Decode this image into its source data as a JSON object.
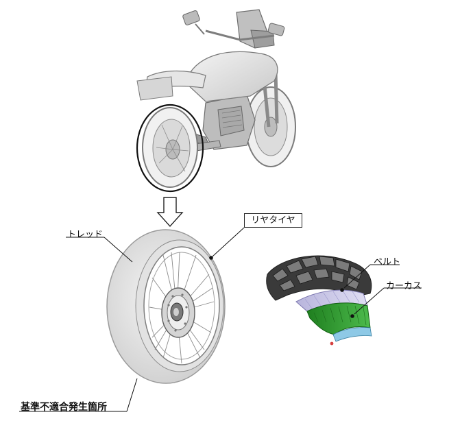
{
  "labels": {
    "rear_tire": "リヤタイヤ",
    "tread": "トレッド",
    "belt": "ベルト",
    "carcass": "カーカス",
    "defect_location": "基準不適合発生箇所"
  },
  "colors": {
    "belt": "#c9c7e6",
    "carcass": "#2e9a2e",
    "tread": "#3a3a3a"
  }
}
